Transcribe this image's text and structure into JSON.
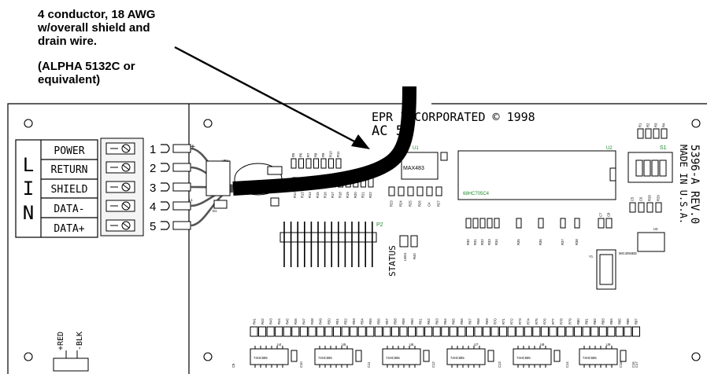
{
  "callout": {
    "cable_desc": "4 conductor, 18 AWG\nw/overall shield and\ndrain wire.",
    "part_note": "(ALPHA 5132C or\nequivalent)"
  },
  "terminal_block": {
    "side_label": [
      "L",
      "I",
      "N"
    ],
    "signals": [
      "POWER",
      "RETURN",
      "SHIELD",
      "DATA-",
      "DATA+"
    ],
    "pins": [
      "1",
      "2",
      "3",
      "4",
      "5"
    ]
  },
  "board": {
    "maker_line": "EPR  INCORPORATED © 1998",
    "model_partial": "AC   50",
    "rev_vertical": "5396-A REV.0",
    "made_in": "MADE IN U.S.A.",
    "status_label": "STATUS",
    "connector_label": "P2",
    "plus_sign": "+",
    "wire_labels": [
      "+RED",
      "-BLK"
    ],
    "chips": {
      "u1": {
        "ref": "U1",
        "part": "MAX483"
      },
      "u2": {
        "ref": "U2",
        "part": "68HC705C4"
      },
      "u3": {
        "ref": "U3",
        "part": "MIC4094BD"
      },
      "y1": {
        "ref": "Y1"
      },
      "s1": {
        "ref": "S1"
      },
      "l1": {
        "ref": "L1"
      },
      "d1": {
        "ref": "D1"
      },
      "vr1": {
        "ref": "VR1"
      }
    },
    "drivers": [
      {
        "ref": "U4",
        "part": "74HC595"
      },
      {
        "ref": "U5",
        "part": "74HC595"
      },
      {
        "ref": "U6",
        "part": "74HC595"
      },
      {
        "ref": "U7",
        "part": "74HC595"
      },
      {
        "ref": "U8",
        "part": "74HC595"
      },
      {
        "ref": "U9",
        "part": "74HC595"
      }
    ],
    "driver_caps": [
      "C9",
      "C10",
      "C11",
      "C12",
      "C13",
      "C14",
      "C15",
      "C16",
      "C17"
    ],
    "mid_resistors": [
      "R12",
      "R13",
      "R14",
      "R15",
      "R16",
      "R17",
      "R18",
      "R19",
      "R20",
      "R21",
      "R22"
    ],
    "top_resistors": [
      "R5",
      "R6",
      "R7",
      "R8",
      "R9",
      "R10",
      "R11"
    ],
    "u1_parts": [
      "R23",
      "R24",
      "R25",
      "R26",
      "C4",
      "R27",
      "C3"
    ],
    "u2_row": [
      "R30",
      "R31",
      "R32",
      "R33",
      "R34",
      "R35",
      "R36",
      "R37",
      "R38"
    ],
    "status_parts": [
      "LED1",
      "R40"
    ],
    "right_parts": [
      "R1",
      "R2",
      "R3",
      "R4",
      "C5",
      "C6",
      "R28",
      "R29",
      "C7",
      "C8"
    ],
    "bottom_resistors": [
      "R41",
      "R42",
      "R43",
      "R44",
      "R45",
      "R46",
      "R47",
      "R48",
      "R49",
      "R50",
      "R51",
      "R52",
      "R53",
      "R54",
      "R55",
      "R56",
      "R57",
      "R58",
      "R59",
      "R60",
      "R61",
      "R62",
      "R63",
      "R64",
      "R65",
      "R66",
      "R67",
      "R68",
      "R69",
      "R70",
      "R71",
      "R72",
      "R73",
      "R74",
      "R75",
      "R76",
      "R77",
      "R78",
      "R79",
      "R80",
      "R81",
      "R82",
      "R83",
      "R84",
      "R85",
      "R86",
      "R87"
    ]
  }
}
